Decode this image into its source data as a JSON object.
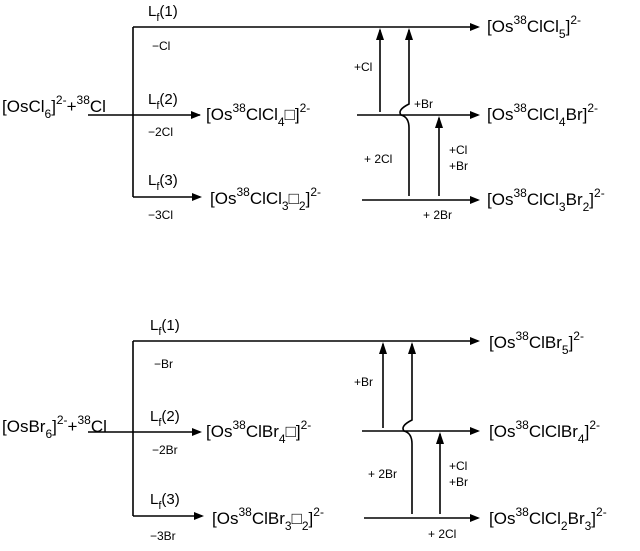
{
  "schemes": [
    {
      "id": "cl",
      "reactant": {
        "base": "[OsCl",
        "sub1": "6",
        "rest": "]",
        "sup1": "2-",
        "plus": "+",
        "sup2": "38",
        "tail": "Cl"
      },
      "branches": [
        {
          "lf": "L",
          "lf_sub": "f",
          "lf_arg": "(1)",
          "loss": "−Cl",
          "product": {
            "a": "[Os",
            "sup": "38",
            "b": "ClCl",
            "sub": "5",
            "c": "]",
            "charge": "2-"
          }
        },
        {
          "lf": "L",
          "lf_sub": "f",
          "lf_arg": "(2)",
          "loss": "−2Cl",
          "intermediate": {
            "a": "[Os",
            "sup": "38",
            "b": "ClCl",
            "sub": "4",
            "box": "□",
            "sub2": "",
            "c": "]",
            "charge": "2-"
          },
          "product": {
            "a": "[Os",
            "sup": "38",
            "b": "ClCl",
            "sub": "4",
            "d": "Br",
            "sub2": "",
            "c": "]",
            "charge": "2-"
          }
        },
        {
          "lf": "L",
          "lf_sub": "f",
          "lf_arg": "(3)",
          "loss": "−3Cl",
          "intermediate": {
            "a": "[Os",
            "sup": "38",
            "b": "ClCl",
            "sub": "3",
            "box": "□",
            "sub2": "2",
            "c": "]",
            "charge": "2-"
          },
          "product": {
            "a": "[Os",
            "sup": "38",
            "b": "ClCl",
            "sub": "3",
            "d": "Br",
            "sub2": "2",
            "c": "]",
            "charge": "2-"
          }
        }
      ],
      "arrow_labels": {
        "up_left": "+Cl",
        "mid_right": "+Br",
        "low_left": "+ 2Cl",
        "low_right_1": "+Cl",
        "low_right_2": "+Br",
        "bottom": "+ 2Br"
      }
    },
    {
      "id": "br",
      "reactant": {
        "base": "[OsBr",
        "sub1": "6",
        "rest": "]",
        "sup1": "2-",
        "plus": "+",
        "sup2": "38",
        "tail": "Cl"
      },
      "branches": [
        {
          "lf": "L",
          "lf_sub": "f",
          "lf_arg": "(1)",
          "loss": "−Br",
          "product": {
            "a": "[Os",
            "sup": "38",
            "b": "ClBr",
            "sub": "5",
            "c": "]",
            "charge": "2-"
          }
        },
        {
          "lf": "L",
          "lf_sub": "f",
          "lf_arg": "(2)",
          "loss": "−2Br",
          "intermediate": {
            "a": "[Os",
            "sup": "38",
            "b": "ClBr",
            "sub": "4",
            "box": "□",
            "sub2": "",
            "c": "]",
            "charge": "2-"
          },
          "product": {
            "a": "[Os",
            "sup": "38",
            "b": "ClClBr",
            "sub": "4",
            "d": "",
            "sub2": "",
            "c": "]",
            "charge": "2-"
          }
        },
        {
          "lf": "L",
          "lf_sub": "f",
          "lf_arg": "(3)",
          "loss": "−3Br",
          "intermediate": {
            "a": "[Os",
            "sup": "38",
            "b": "ClBr",
            "sub": "3",
            "box": "□",
            "sub2": "2",
            "c": "]",
            "charge": "2-"
          },
          "product": {
            "a": "[Os",
            "sup": "38",
            "b": "ClCl",
            "sub": "2",
            "d": "Br",
            "sub2": "3",
            "c": "]",
            "charge": "2-"
          }
        }
      ],
      "arrow_labels": {
        "up_left": "+Br",
        "mid_right": "",
        "low_left": "+ 2Br",
        "low_right_1": "+Cl",
        "low_right_2": "+Br",
        "bottom": "+ 2Cl"
      }
    }
  ]
}
